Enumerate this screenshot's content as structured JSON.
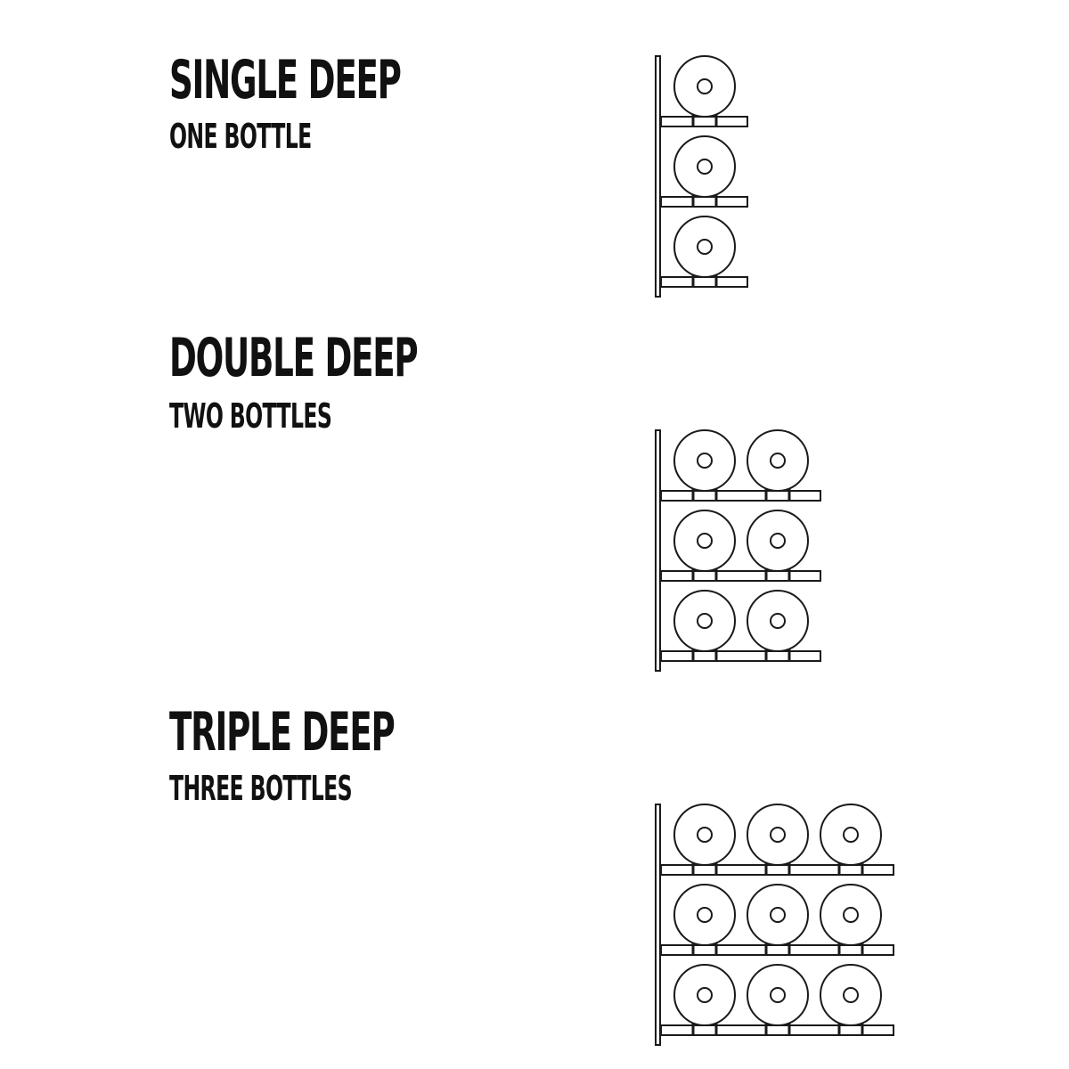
{
  "sections": [
    {
      "id": "single",
      "title": "SINGLE DEEP",
      "subtitle": "ONE BOTTLE",
      "bottles_per_row": 1,
      "rows": 3
    },
    {
      "id": "double",
      "title": "DOUBLE DEEP",
      "subtitle": "TWO BOTTLES",
      "bottles_per_row": 2,
      "rows": 3
    },
    {
      "id": "triple",
      "title": "TRIPLE DEEP",
      "subtitle": "THREE BOTTLES",
      "bottles_per_row": 3,
      "rows": 3
    }
  ],
  "colors": {
    "line": "#1a1a1a",
    "background": "#ffffff"
  }
}
